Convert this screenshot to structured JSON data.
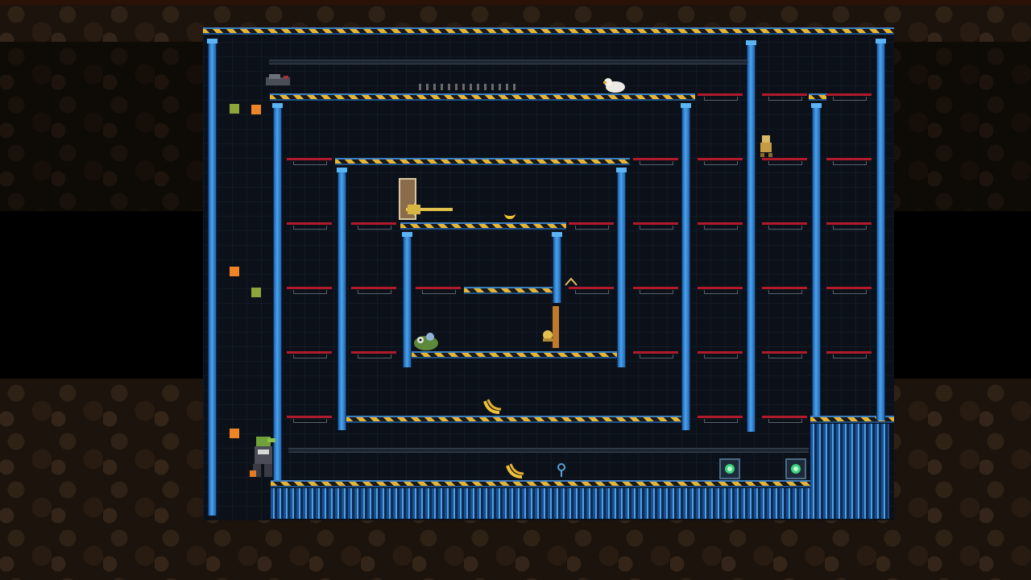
{
  "scene": {
    "type": "side-scrolling platformer level",
    "palette": {
      "dirt": "#1b130c",
      "background": "#0c1119",
      "pillar": "#3d93dc",
      "hazard_yellow": "#e7b534",
      "shelf_red": "#b11a2b",
      "marker_green": "#8da43a",
      "marker_orange": "#ee8425",
      "banana": "#f0c23a"
    }
  },
  "icons": {
    "player": "armored-crocodile-character",
    "enemy": "white-chicken-creature",
    "item": "banana-bunch",
    "weapon": "golden-trumpet",
    "machine": "green-core-generator",
    "door": "elevator-door"
  }
}
